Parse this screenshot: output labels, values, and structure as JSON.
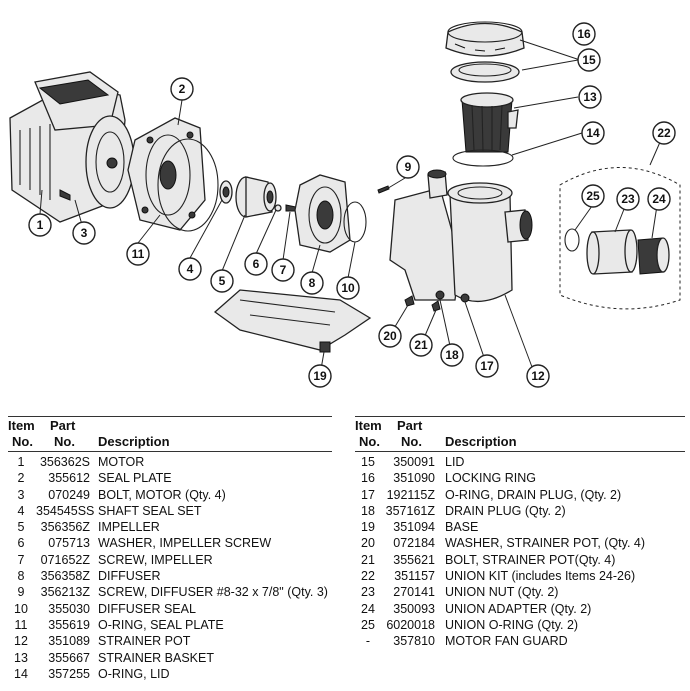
{
  "callouts": [
    "1",
    "2",
    "3",
    "4",
    "5",
    "6",
    "7",
    "8",
    "9",
    "10",
    "11",
    "12",
    "13",
    "14",
    "15",
    "16",
    "17",
    "18",
    "19",
    "20",
    "21",
    "22",
    "23",
    "24",
    "25"
  ],
  "table_headers": {
    "item_top": "Item",
    "item_bottom": "No.",
    "part_top": "Part",
    "part_bottom": "No.",
    "description": "Description"
  },
  "parts_left": [
    {
      "item": "1",
      "part": "356362S",
      "desc": "MOTOR"
    },
    {
      "item": "2",
      "part": "355612",
      "desc": "SEAL PLATE"
    },
    {
      "item": "3",
      "part": "070249",
      "desc": "BOLT, MOTOR (Qty. 4)"
    },
    {
      "item": "4",
      "part": "354545SS",
      "desc": "SHAFT SEAL SET"
    },
    {
      "item": "5",
      "part": "356356Z",
      "desc": "IMPELLER"
    },
    {
      "item": "6",
      "part": "075713",
      "desc": "WASHER, IMPELLER SCREW"
    },
    {
      "item": "7",
      "part": "071652Z",
      "desc": "SCREW, IMPELLER"
    },
    {
      "item": "8",
      "part": "356358Z",
      "desc": "DIFFUSER"
    },
    {
      "item": "9",
      "part": "356213Z",
      "desc": "SCREW, DIFFUSER #8-32 x 7/8\" (Qty. 3)"
    },
    {
      "item": "10",
      "part": "355030",
      "desc": "DIFFUSER SEAL"
    },
    {
      "item": "11",
      "part": "355619",
      "desc": "O-RING, SEAL PLATE"
    },
    {
      "item": "12",
      "part": "351089",
      "desc": "STRAINER POT"
    },
    {
      "item": "13",
      "part": "355667",
      "desc": "STRAINER BASKET"
    },
    {
      "item": "14",
      "part": "357255",
      "desc": "O-RING, LID"
    }
  ],
  "parts_right": [
    {
      "item": "15",
      "part": "350091",
      "desc": "LID"
    },
    {
      "item": "16",
      "part": "351090",
      "desc": "LOCKING RING"
    },
    {
      "item": "17",
      "part": "192115Z",
      "desc": "O-RING, DRAIN PLUG, (Qty. 2)"
    },
    {
      "item": "18",
      "part": "357161Z",
      "desc": "DRAIN PLUG (Qty. 2)"
    },
    {
      "item": "19",
      "part": "351094",
      "desc": "BASE"
    },
    {
      "item": "20",
      "part": "072184",
      "desc": "WASHER, STRAINER POT, (Qty. 4)"
    },
    {
      "item": "21",
      "part": "355621",
      "desc": "BOLT, STRAINER POT(Qty. 4)"
    },
    {
      "item": "22",
      "part": "351157",
      "desc": "UNION KIT (includes Items 24-26)"
    },
    {
      "item": "23",
      "part": "270141",
      "desc": "UNION NUT (Qty. 2)"
    },
    {
      "item": "24",
      "part": "350093",
      "desc": "UNION ADAPTER (Qty. 2)"
    },
    {
      "item": "25",
      "part": "6020018",
      "desc": "UNION O-RING (Qty. 2)"
    },
    {
      "item": "-",
      "part": "357810",
      "desc": "MOTOR FAN GUARD"
    }
  ]
}
